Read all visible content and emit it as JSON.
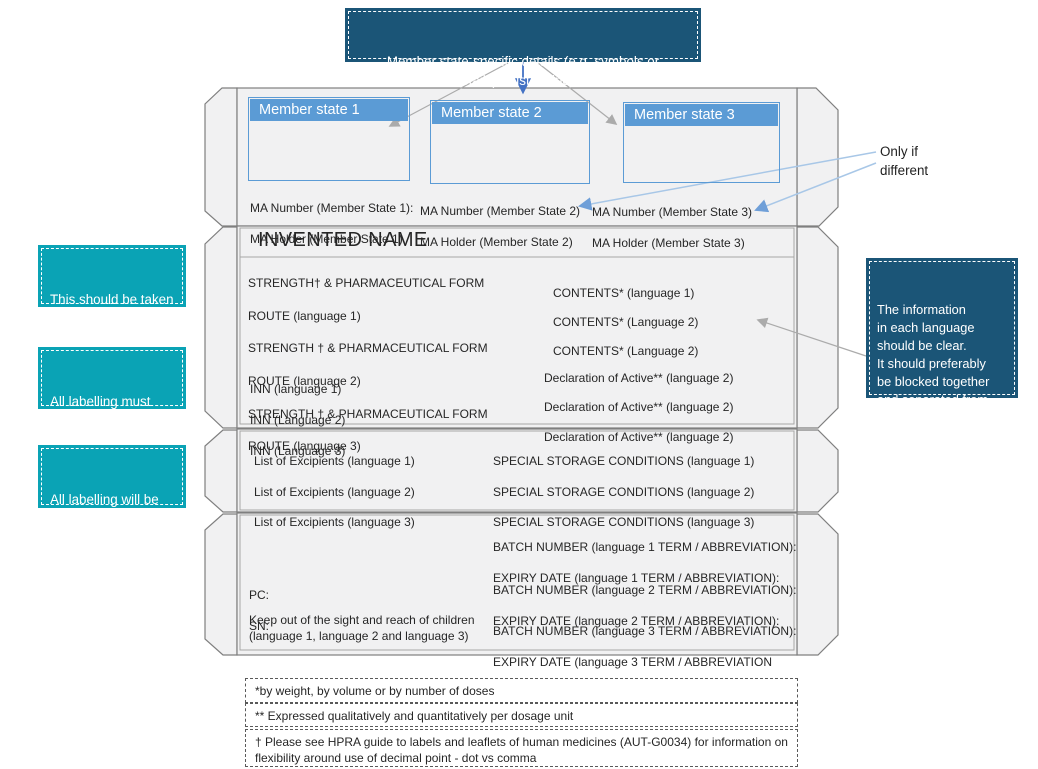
{
  "colors": {
    "navy_box": "#1b5577",
    "teal_box": "#0aa3b5",
    "member_state_blue": "#5b9bd5",
    "panel_fill": "#f1f1f2",
    "panel_border": "#7f7f7f",
    "inner_line": "#a6a6a6",
    "arrow_blue": "#4472c4",
    "arrow_light_blue": "#a8c7e7",
    "arrow_gray": "#ababab",
    "text": "#262626"
  },
  "annotations": {
    "member_state_note": "Member state-specific details (e.g. symbols or\nreimbursement details) must be included in a blue box.",
    "only_if_different": "Only if\ndifferent",
    "guide_note": "This should be taken\nas a guide only.",
    "qrd_note": "All labelling must\ncomply with QRD\nrequirements",
    "case_note": "All labelling will be\nassessed on a\ncase-by-case basis.",
    "language_note": "The information\nin each language\nshould be clear.\nIt should preferably\nbe blocked together\nand separated from\neach other."
  },
  "member_states": [
    {
      "header": "Member state 1",
      "ma_number": "MA Number (Member State 1):",
      "ma_holder": "MA Holder (Member State 1)"
    },
    {
      "header": "Member state 2",
      "ma_number": "MA Number (Member State 2)",
      "ma_holder": "MA Holder (Member State 2)"
    },
    {
      "header": "Member state 3",
      "ma_number": "MA Number (Member State 3)",
      "ma_holder": "MA Holder (Member State 3)"
    }
  ],
  "carton": {
    "invented_name": "INVENTED NAME",
    "strength_lines": [
      "STRENGTH† & PHARMACEUTICAL FORM",
      "ROUTE (language 1)",
      "STRENGTH † & PHARMACEUTICAL FORM",
      "ROUTE (language 2)",
      "STRENGTH † & PHARMACEUTICAL FORM",
      "ROUTE (language 3)"
    ],
    "inn_lines": [
      "INN (language 1)",
      "INN (Language 2)",
      "INN (Language 3)"
    ],
    "contents_lines": [
      "CONTENTS* (language 1)",
      "CONTENTS* (Language 2)",
      "CONTENTS* (Language 2)"
    ],
    "declaration_lines": [
      "Declaration of Active** (language 2)",
      "Declaration of Active** (language 2)",
      "Declaration of Active** (language 2)"
    ],
    "excipients_lines": [
      "List of Excipients (language 1)",
      "List of Excipients (language 2)",
      "List of Excipients (language 3)"
    ],
    "storage_lines": [
      "SPECIAL STORAGE CONDITIONS (language 1)",
      "SPECIAL STORAGE CONDITIONS (language 2)",
      "SPECIAL STORAGE CONDITIONS (language 3)"
    ],
    "pc_label": "PC:",
    "sn_label": "SN:",
    "keep_out": "Keep out of the sight and reach of children\n(language 1, language 2 and language 3)",
    "batch_blocks": [
      {
        "batch": "BATCH NUMBER (language 1 TERM / ABBREVIATION):",
        "expiry": "EXPIRY DATE (language 1 TERM / ABBREVIATION):"
      },
      {
        "batch": "BATCH NUMBER (language 2 TERM / ABBREVIATION):",
        "expiry": "EXPIRY DATE (language 2 TERM / ABBREVIATION):"
      },
      {
        "batch": "BATCH NUMBER (language 3 TERM / ABBREVIATION):",
        "expiry": "EXPIRY DATE (language 3 TERM / ABBREVIATION"
      }
    ]
  },
  "footnotes": [
    "*by weight, by volume or by number of doses",
    "** Expressed qualitatively and quantitatively per dosage unit",
    "† Please see HPRA guide to labels and leaflets of human medicines (AUT-G0034) for information on flexibility around use of decimal point - dot vs comma"
  ]
}
